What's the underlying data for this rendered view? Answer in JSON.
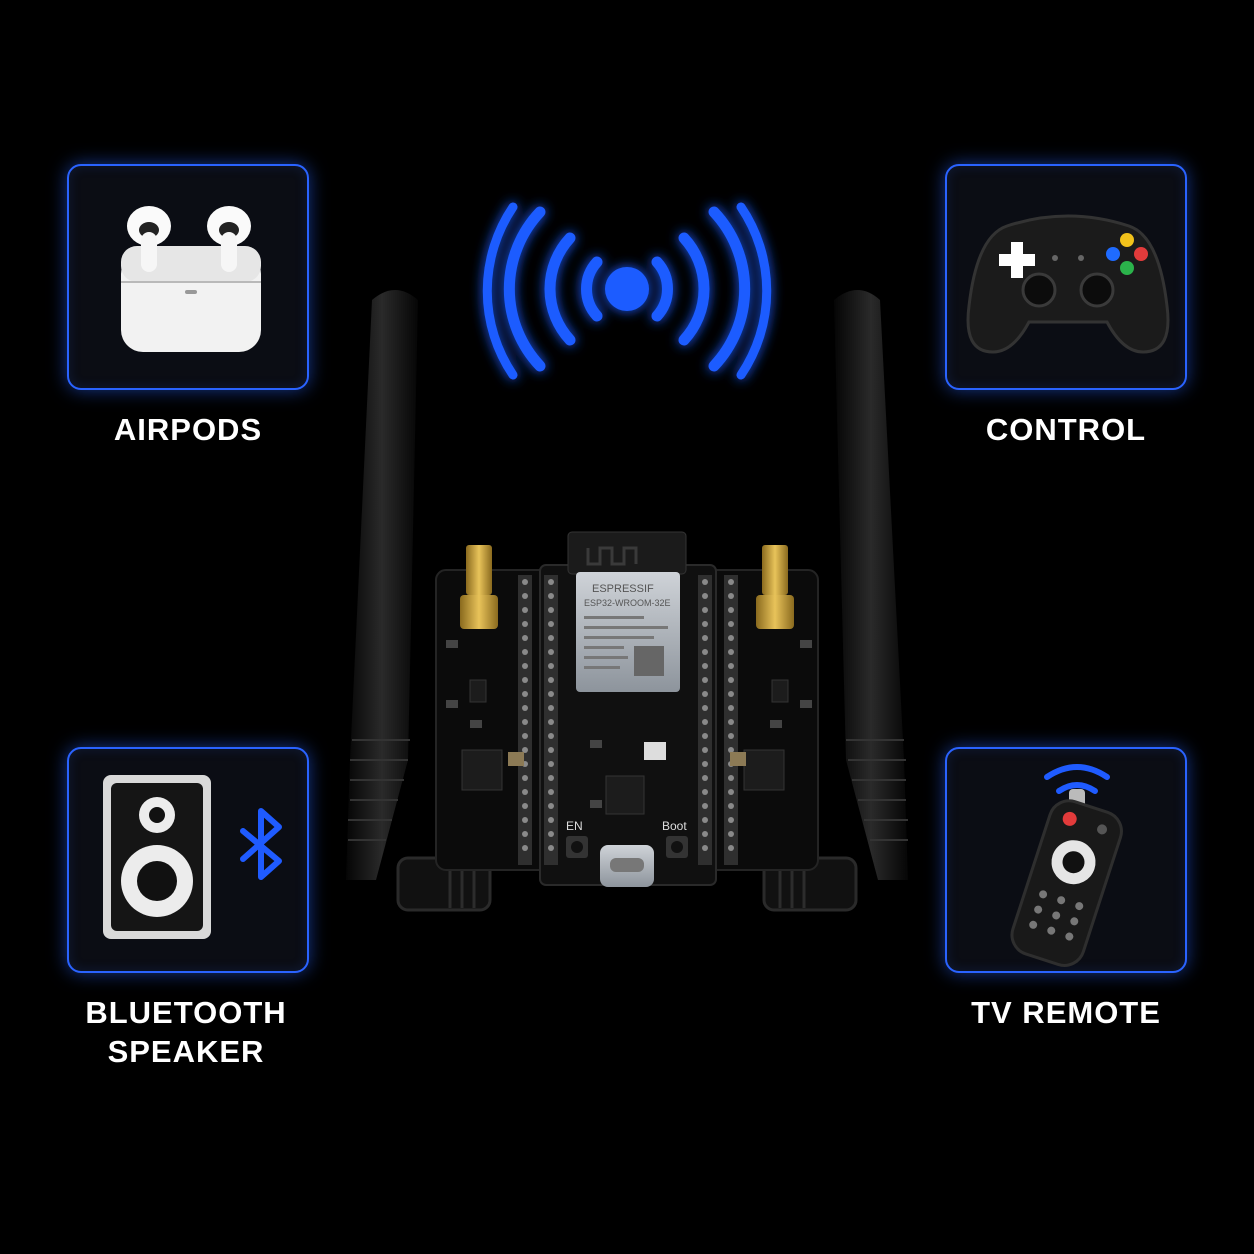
{
  "cards": {
    "airpods": {
      "label": "AIRPODS",
      "icon": "airpods-case-icon"
    },
    "control": {
      "label": "CONTROL",
      "icon": "gamepad-icon"
    },
    "speaker": {
      "label_line1": "BLUETOOTH",
      "label_line2": "SPEAKER",
      "icon": "speaker-icon"
    },
    "remote": {
      "label": "TV REMOTE",
      "icon": "tv-remote-icon"
    }
  },
  "board": {
    "module_brand": "ESPRESSIF",
    "module_model": "ESP32-WROOM-32E",
    "button_left": "EN",
    "button_right": "Boot"
  },
  "colors": {
    "accent": "#2a63ff",
    "background": "#000000"
  }
}
